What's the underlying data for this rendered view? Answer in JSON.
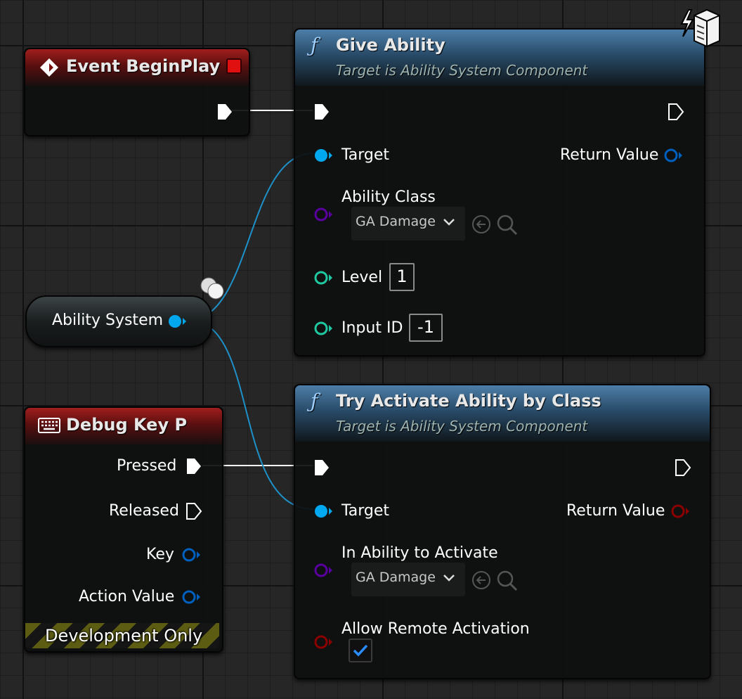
{
  "nodes": {
    "event_begin_play": {
      "title": "Event BeginPlay"
    },
    "give_ability": {
      "title": "Give Ability",
      "subtitle": "Target is Ability System Component",
      "pins": {
        "target": "Target",
        "return_value": "Return Value",
        "ability_class": "Ability Class",
        "ability_class_value": "GA Damage",
        "level": "Level",
        "level_value": "1",
        "input_id": "Input ID",
        "input_id_value": "-1"
      }
    },
    "ability_system": {
      "label": "Ability System"
    },
    "debug_key": {
      "title": "Debug Key P",
      "pins": {
        "pressed": "Pressed",
        "released": "Released",
        "key": "Key",
        "action_value": "Action Value"
      },
      "footer": "Development Only"
    },
    "try_activate": {
      "title": "Try Activate Ability by Class",
      "subtitle": "Target is Ability System Component",
      "pins": {
        "target": "Target",
        "return_value": "Return Value",
        "in_ability": "In Ability to Activate",
        "in_ability_value": "GA Damage",
        "allow_remote": "Allow Remote Activation",
        "allow_remote_checked": true
      }
    }
  },
  "colors": {
    "exec": "#ffffff",
    "object_pin": "#00a8f0",
    "struct_pin": "#0060c0",
    "class_pin": "#5a00a0",
    "int_pin": "#1ec8a0",
    "bool_pin": "#8c0000",
    "wire_exec": "#ffffff",
    "wire_object": "#1e90c8"
  },
  "icons": {
    "function": "function-icon",
    "event": "event-diamond-icon",
    "keyboard": "keyboard-icon",
    "server": "server-lightning-icon",
    "dropdown": "chevron-down-icon",
    "use_selected": "arrow-left-circle-icon",
    "browse": "search-icon",
    "checkbox": "checkmark-icon",
    "stop": "stop-icon"
  }
}
